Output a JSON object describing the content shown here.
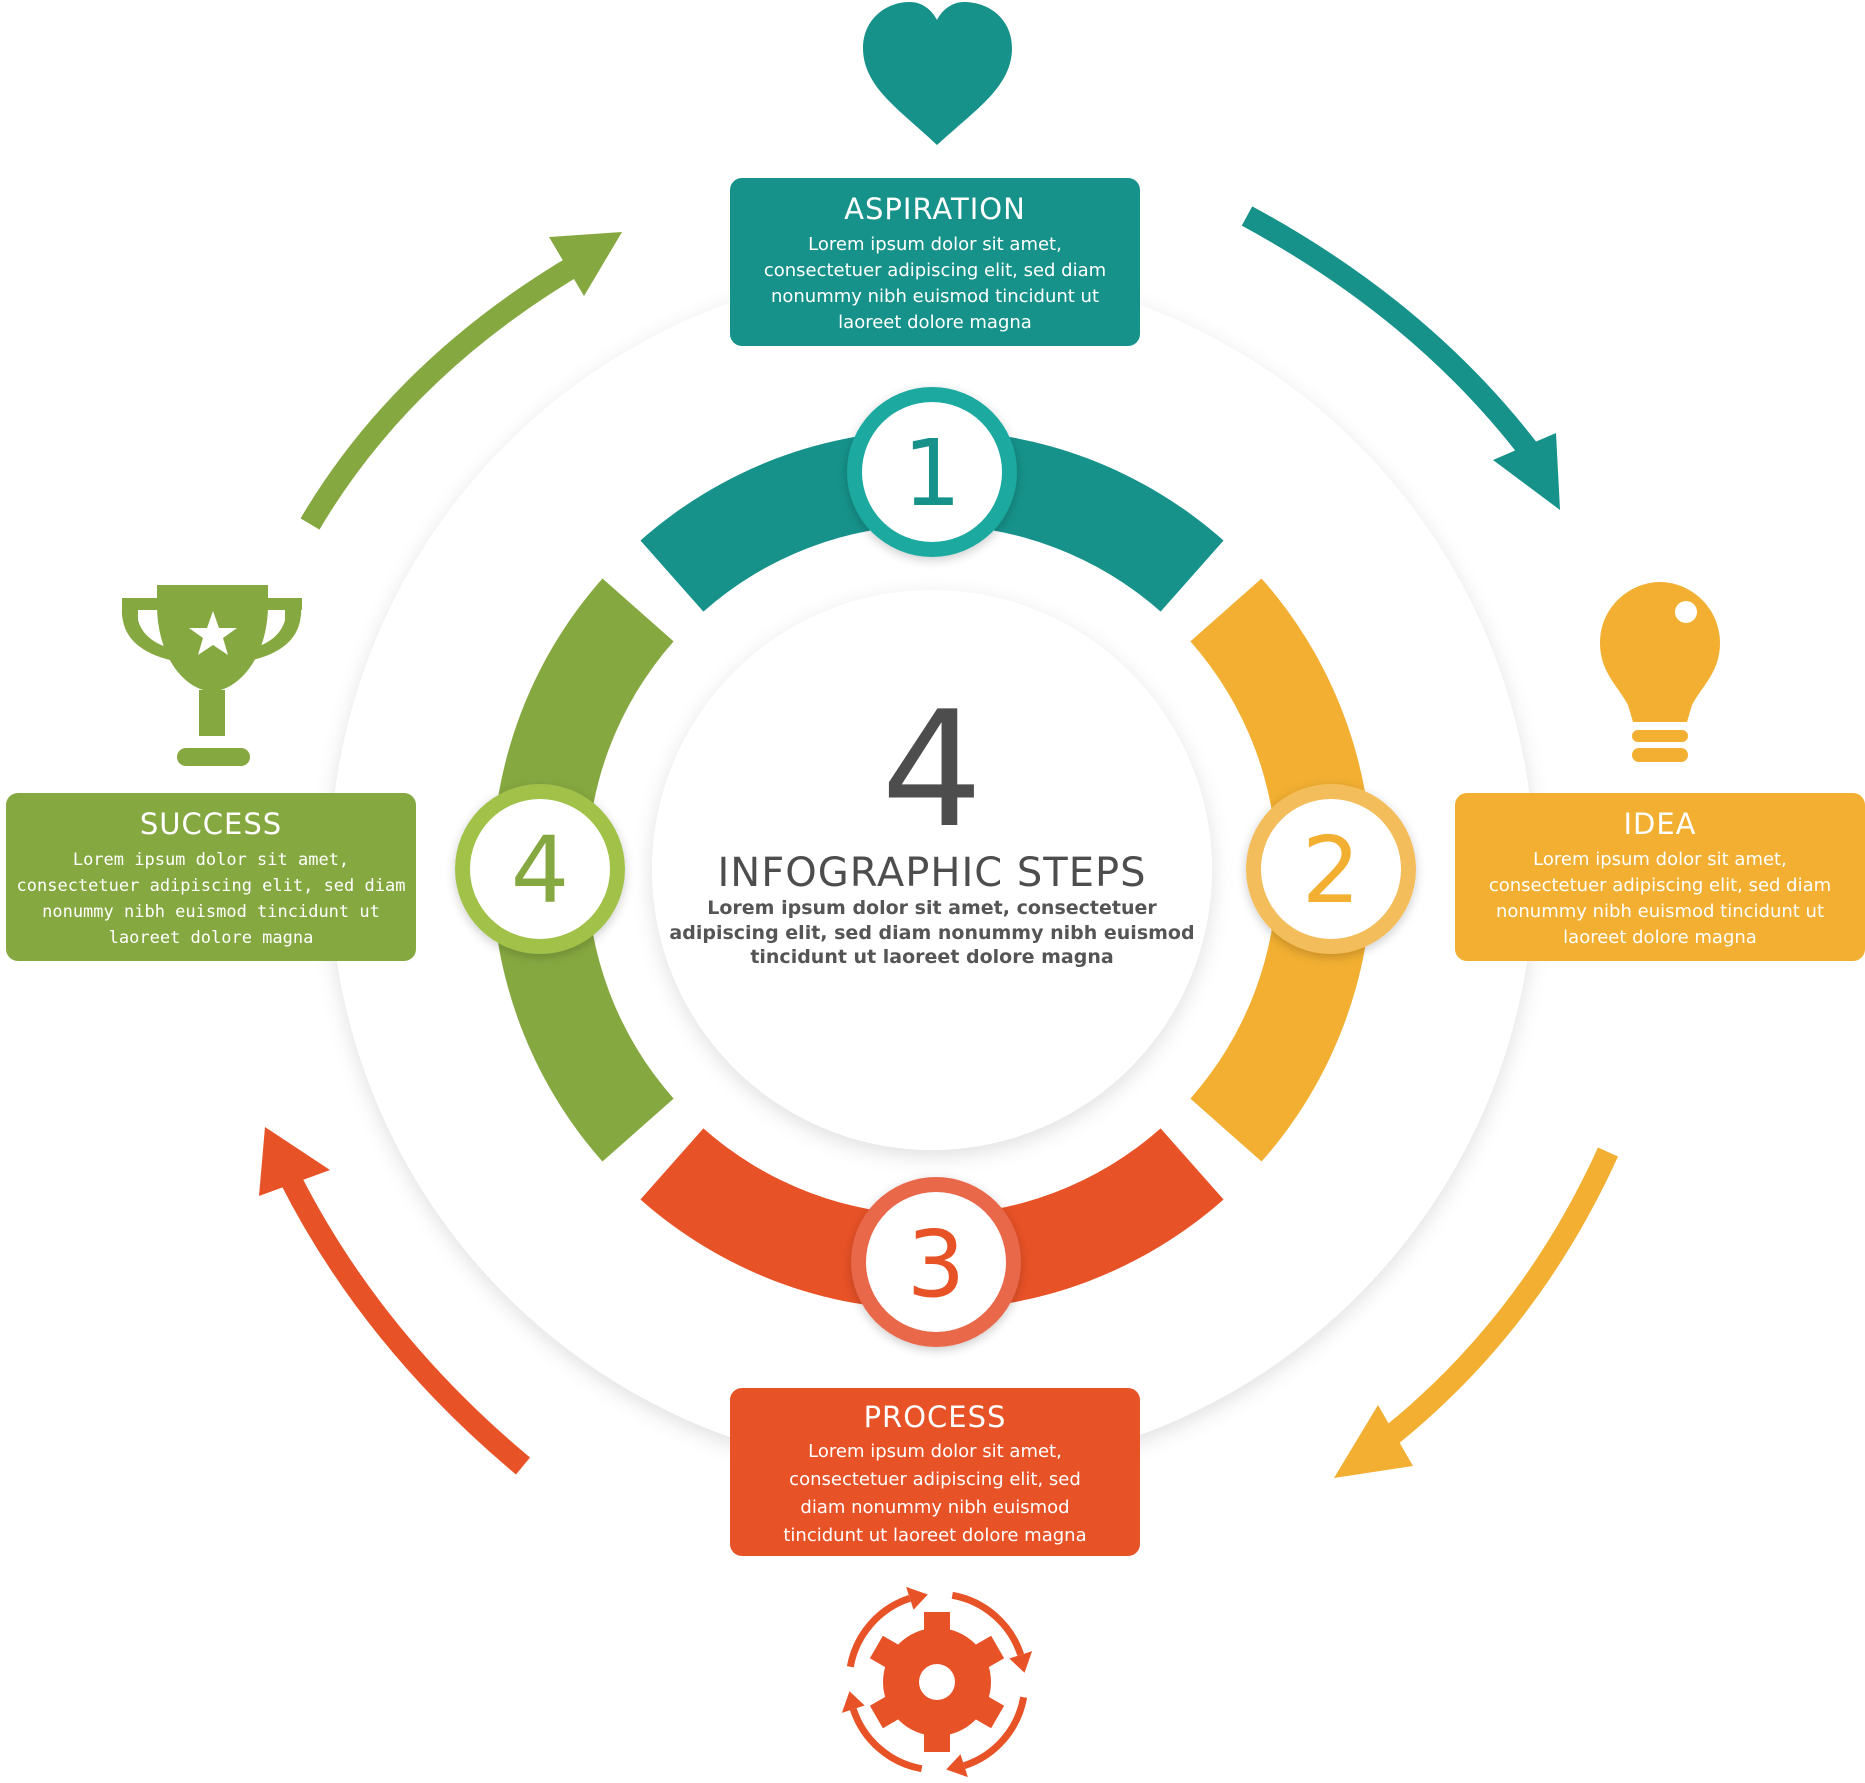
{
  "center": {
    "number": "4",
    "title": "INFOGRAPHIC STEPS",
    "text_lines": [
      "Lorem ipsum dolor sit amet, consectetuer",
      "adipiscing elit, sed diam nonummy nibh euismod",
      "tincidunt ut laoreet dolore magna"
    ]
  },
  "colors": {
    "teal": "#16928a",
    "yellow": "#f2af31",
    "orange": "#e85227",
    "green": "#86a840",
    "center_text": "#4d4d4d"
  },
  "steps": [
    {
      "number": "1",
      "title": "ASPIRATION",
      "color": "#16928a",
      "icon": "heart-icon",
      "text_lines": [
        "Lorem ipsum dolor sit amet,",
        "consectetuer adipiscing elit, sed diam",
        "nonummy nibh euismod tincidunt ut",
        "laoreet dolore magna"
      ]
    },
    {
      "number": "2",
      "title": "IDEA",
      "color": "#f2af31",
      "icon": "lightbulb-icon",
      "text_lines": [
        "Lorem ipsum dolor sit amet,",
        "consectetuer adipiscing elit, sed diam",
        "nonummy nibh euismod tincidunt ut",
        "laoreet dolore magna"
      ]
    },
    {
      "number": "3",
      "title": "PROCESS",
      "color": "#e85227",
      "icon": "gear-cycle-icon",
      "text_lines": [
        "Lorem ipsum dolor sit amet,",
        "consectetuer adipiscing elit, sed",
        "diam nonummy nibh euismod",
        "tincidunt ut laoreet dolore magna"
      ]
    },
    {
      "number": "4",
      "title": "SUCCESS",
      "color": "#86a840",
      "icon": "trophy-icon",
      "text_lines": [
        "Lorem ipsum dolor sit amet,",
        "consectetuer adipiscing elit, sed diam",
        "nonummy nibh euismod tincidunt ut",
        "laoreet dolore magna"
      ]
    }
  ]
}
